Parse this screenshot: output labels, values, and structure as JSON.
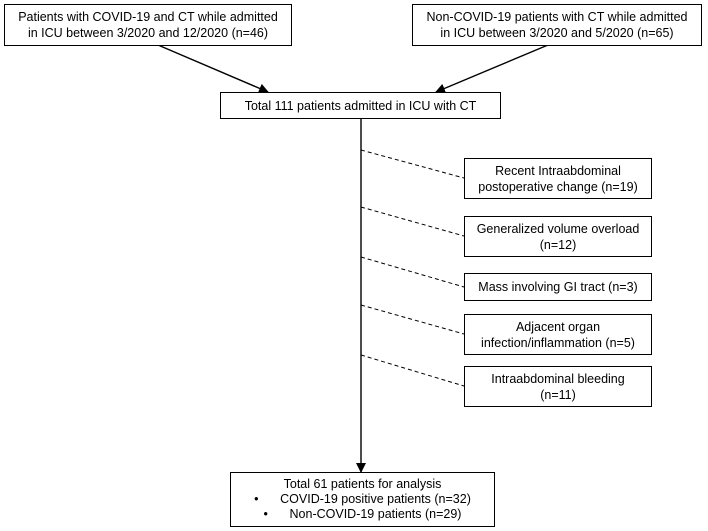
{
  "source_boxes": [
    {
      "line1": "Patients with COVID-19 and CT while admitted",
      "line2": "in ICU between 3/2020 and 12/2020 (n=46)"
    },
    {
      "line1": "Non-COVID-19 patients with CT while admitted",
      "line2": "in ICU between 3/2020 and 5/2020 (n=65)"
    }
  ],
  "total_box": {
    "text": "Total 111 patients admitted in ICU with CT"
  },
  "exclusions": [
    {
      "line1": "Recent Intraabdominal",
      "line2": "postoperative change (n=19)"
    },
    {
      "line1": "Generalized volume overload",
      "line2": "(n=12)"
    },
    {
      "line1": "Mass involving GI tract (n=3)",
      "line2": ""
    },
    {
      "line1": "Adjacent organ",
      "line2": "infection/inflammation (n=5)"
    },
    {
      "line1": "Intraabdominal bleeding",
      "line2": "(n=11)"
    }
  ],
  "final_box": {
    "title": "Total 61 patients for analysis",
    "items": [
      "COVID-19 positive patients (n=32)",
      "Non-COVID-19 patients (n=29)"
    ]
  }
}
